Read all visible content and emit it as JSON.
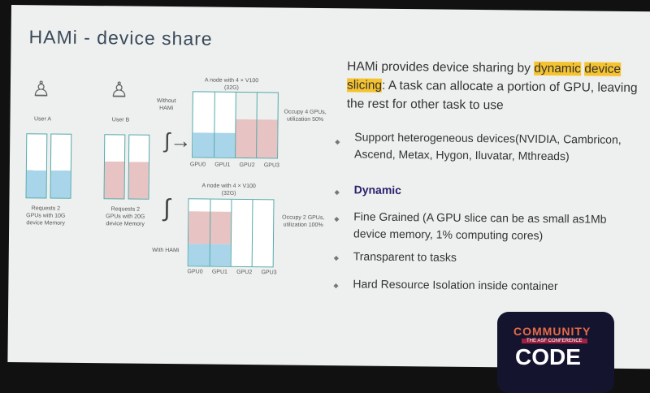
{
  "title": "HAMi - device share",
  "diagram": {
    "user_a": "User A",
    "user_b": "User B",
    "req_a": [
      "Requests 2",
      "GPUs with 10G",
      "device Memory"
    ],
    "req_b": [
      "Requests 2",
      "GPUs with 20G",
      "device Memory"
    ],
    "node_label": [
      "A node with 4 × V100",
      "(32G)"
    ],
    "without": [
      "Without",
      "HAMi"
    ],
    "with": "With HAMi",
    "occupy_top": [
      "Occupy 4 GPUs,",
      "utilization 50%"
    ],
    "occupy_bottom": [
      "Occupy 2 GPUs,",
      "utilization 100%"
    ],
    "gpus": [
      "GPU0",
      "GPU1",
      "GPU2",
      "GPU3"
    ]
  },
  "intro": {
    "pre": "HAMi provides device sharing by ",
    "highlight1": "dynamic",
    "highlight2": "device slicing",
    "post": ": A task can allocate a portion of GPU, leaving the rest for other task to use"
  },
  "bullets": [
    "Support heterogeneous devices(NVIDIA, Cambricon, Ascend, Metax, Hygon, Iluvatar, Mthreads)",
    "Dynamic",
    "Fine Grained (A GPU slice can be as small as1Mb device memory, 1% computing cores)",
    "Transparent to tasks",
    "Hard Resource Isolation inside container"
  ],
  "logo": {
    "line1": "COMMUNITY",
    "line2": "THE ASF CONFERENCE",
    "line3": "CODE"
  },
  "colors": {
    "highlight": "#f6c330",
    "blue": "#a9d5ea",
    "pink": "#e8c3c3",
    "dynamic": "#2a2070"
  }
}
